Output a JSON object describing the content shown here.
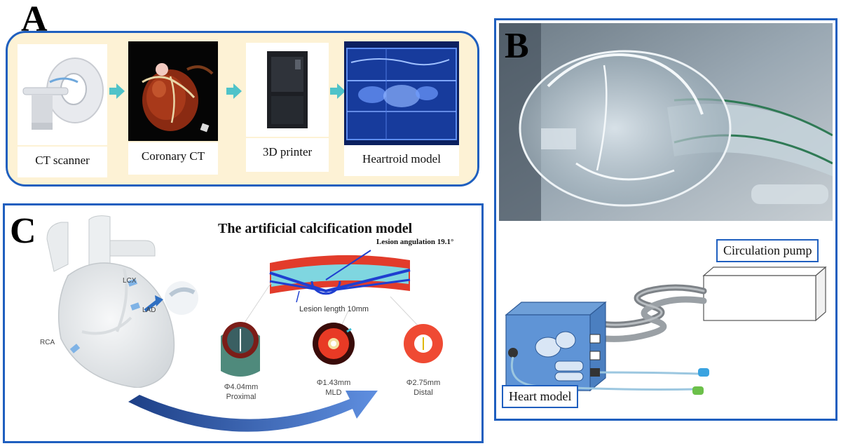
{
  "panels": {
    "a": {
      "letter": "A"
    },
    "b": {
      "letter": "B"
    },
    "c": {
      "letter": "C"
    }
  },
  "workflow": {
    "steps": [
      {
        "label": "CT scanner"
      },
      {
        "label": "Coronary CT"
      },
      {
        "label": "3D printer"
      },
      {
        "label": "Heartroid model"
      }
    ],
    "arrow_color": "#4fc3c9"
  },
  "circulation": {
    "pump_label": "Circulation pump",
    "heart_label": "Heart model"
  },
  "calcification": {
    "title": "The artificial calcification model",
    "angulation_label": "Lesion angulation 19.1°",
    "length_label": "Lesion length 10mm",
    "vessel_labels": [
      "LCX",
      "LAD",
      "RCA"
    ],
    "cross_sections": [
      {
        "diameter": "Φ4.04mm",
        "position": "Proximal"
      },
      {
        "diameter": "Φ1.43mm",
        "position": "MLD"
      },
      {
        "diameter": "Φ2.75mm",
        "position": "Distal"
      }
    ]
  },
  "colors": {
    "border": "#1f5fbf",
    "panel_a_bg": "#fdf2d5"
  }
}
